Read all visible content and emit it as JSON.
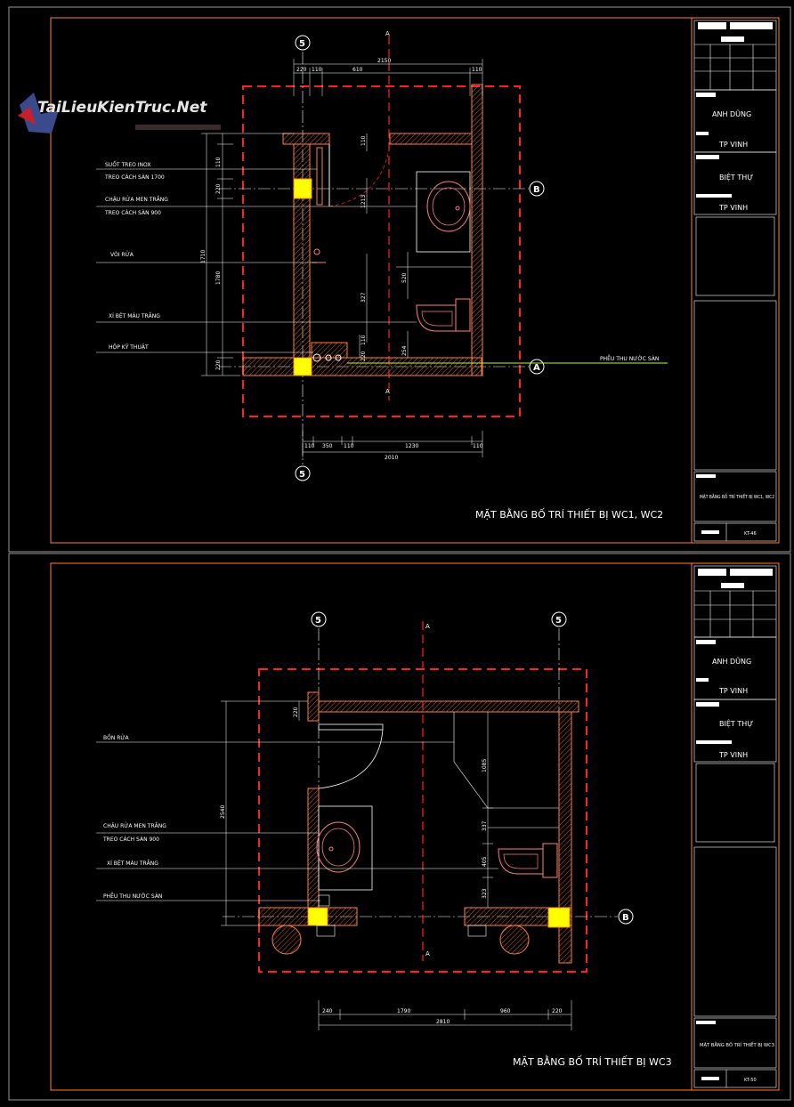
{
  "watermark": "TaiLieuKienTruc.Net",
  "sheet1": {
    "title": "MẶT BẰNG BỐ TRÍ THIẾT BỊ WC1, WC2",
    "labels": [
      "SUỐT TREO INOX",
      "TREO CÁCH SÀN 1700",
      "CHẬU RỬA MEN TRẮNG",
      "TREO CÁCH SÀN 900",
      "VÒI RỬA",
      "XÍ BỆT MÀU TRẮNG",
      "HỘP KỸ THUẬT"
    ],
    "floor_drain": "PHỄU THU NƯỚC SÀN",
    "grid": {
      "five": "5",
      "b": "B",
      "a": "A",
      "cut": "A"
    },
    "dims_top": [
      "220",
      "110",
      "610",
      "110",
      "2150"
    ],
    "dims_bottom": [
      "110",
      "350",
      "110",
      "1230",
      "110",
      "2010"
    ],
    "dims_left": [
      "110",
      "220",
      "1213",
      "1780",
      "220",
      "1710"
    ],
    "dims_mid": [
      "110",
      "520",
      "327",
      "254",
      "110",
      "220"
    ],
    "titleblock": {
      "client": "ANH DŨNG",
      "location1": "TP VINH",
      "project": "BIỆT THỰ",
      "location2": "TP VINH",
      "drawing": "MẶT BẰNG BỐ TRÍ THIẾT BỊ WC1, WC2",
      "sheet": "KT-46"
    }
  },
  "sheet2": {
    "title": "MẶT BẰNG BỐ TRÍ THIẾT BỊ WC3",
    "labels": [
      "BỒN RỬA",
      "CHẬU RỬA MEN TRẮNG",
      "TREO CÁCH SÀN 900",
      "XÍ BỆT MÀU TRẮNG",
      "PHỄU THU NƯỚC SÀN"
    ],
    "grid": {
      "five_left": "5",
      "five_right": "5",
      "b": "B",
      "cut": "A"
    },
    "dims_bottom": [
      "240",
      "1790",
      "960",
      "220",
      "2810"
    ],
    "dims_left": [
      "220",
      "2540"
    ],
    "dims_mid": [
      "1085",
      "337",
      "405",
      "323"
    ],
    "titleblock": {
      "client": "ANH DŨNG",
      "location1": "TP VINH",
      "project": "BIỆT THỰ",
      "location2": "TP VINH",
      "drawing": "MẶT BẰNG BỐ TRÍ THIẾT BỊ WC3",
      "sheet": "KT-50"
    }
  }
}
